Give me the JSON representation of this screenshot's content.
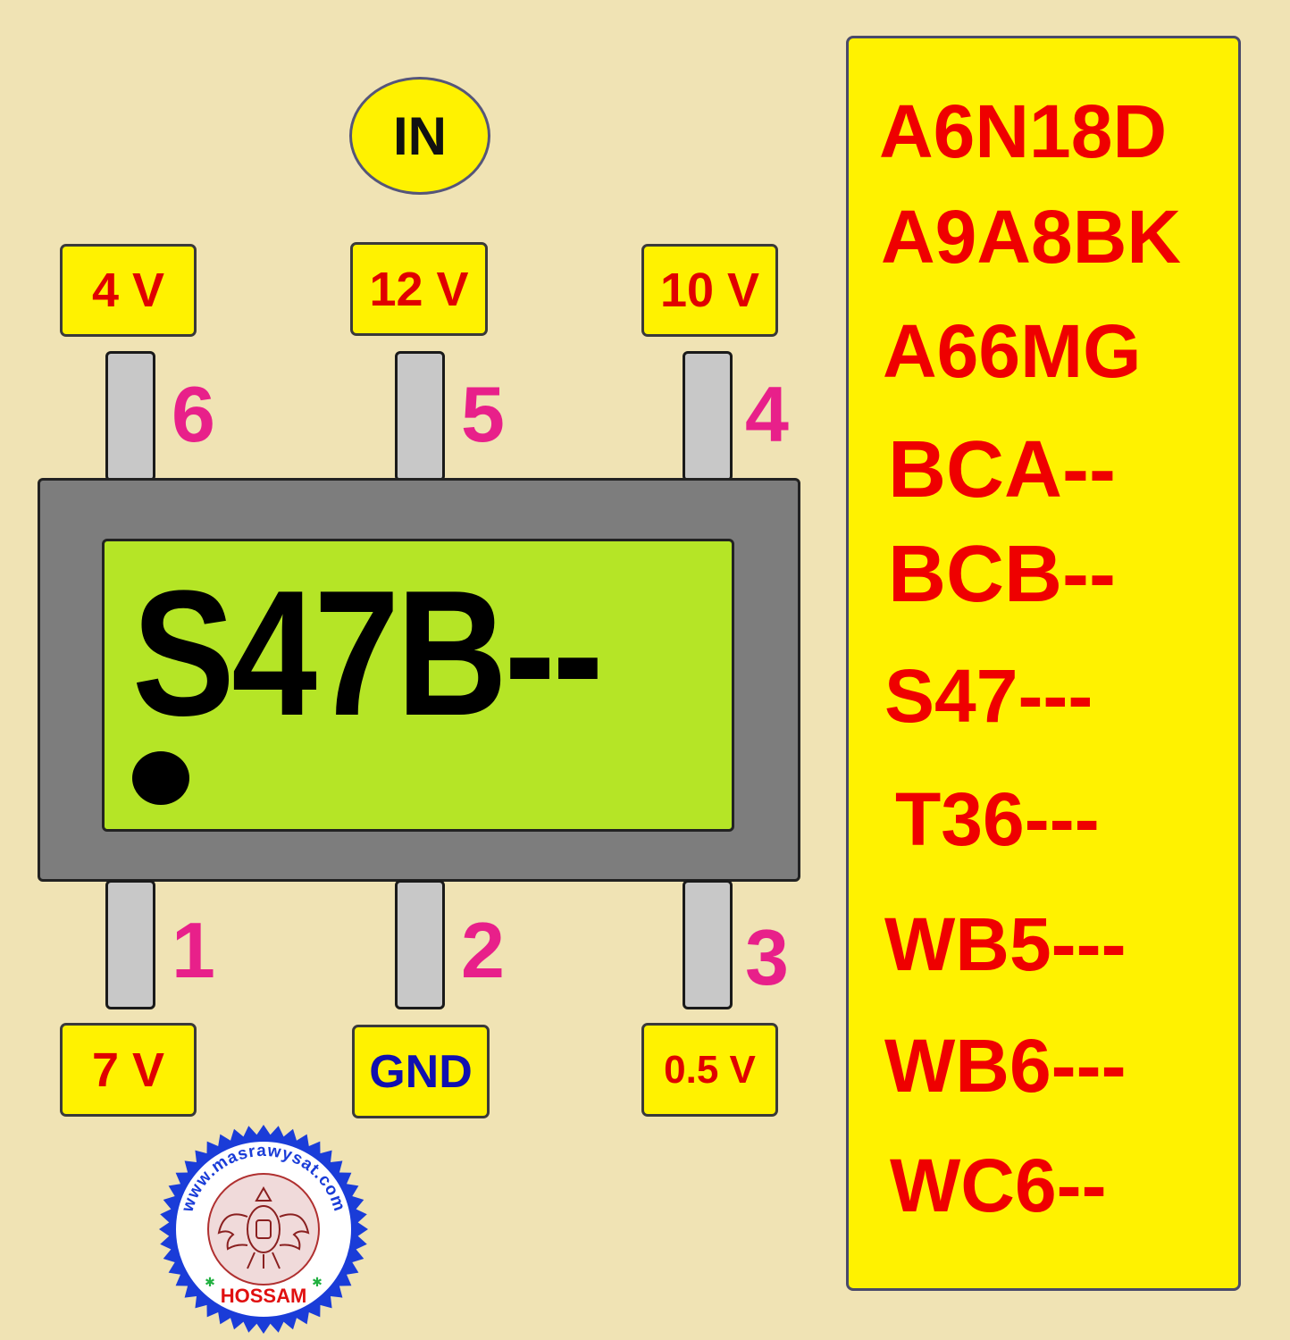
{
  "input_label": "IN",
  "chip": {
    "marking": "S47B--"
  },
  "pins": [
    {
      "number": "6",
      "voltage": "4 V"
    },
    {
      "number": "5",
      "voltage": "12 V"
    },
    {
      "number": "4",
      "voltage": "10 V"
    },
    {
      "number": "1",
      "voltage": "7 V"
    },
    {
      "number": "2",
      "voltage": "GND"
    },
    {
      "number": "3",
      "voltage": "0.5 V"
    }
  ],
  "codes": [
    "A6N18D",
    "A9A8BK",
    "A66MG",
    "BCA--",
    "BCB--",
    "S47---",
    "T36---",
    "WB5---",
    "WB6---",
    "WC6--"
  ],
  "stamp": {
    "url_text": "www.masrawysat.com",
    "name": "HOSSAM"
  },
  "colors": {
    "background": "#f0e3b4",
    "label_yellow": "#fff200",
    "voltage_text": "#e00000",
    "gnd_text": "#1010b0",
    "pin_number": "#e8208a",
    "chip_body": "#7d7d7d",
    "chip_label": "#b5e526",
    "code_text": "#ef0000"
  }
}
